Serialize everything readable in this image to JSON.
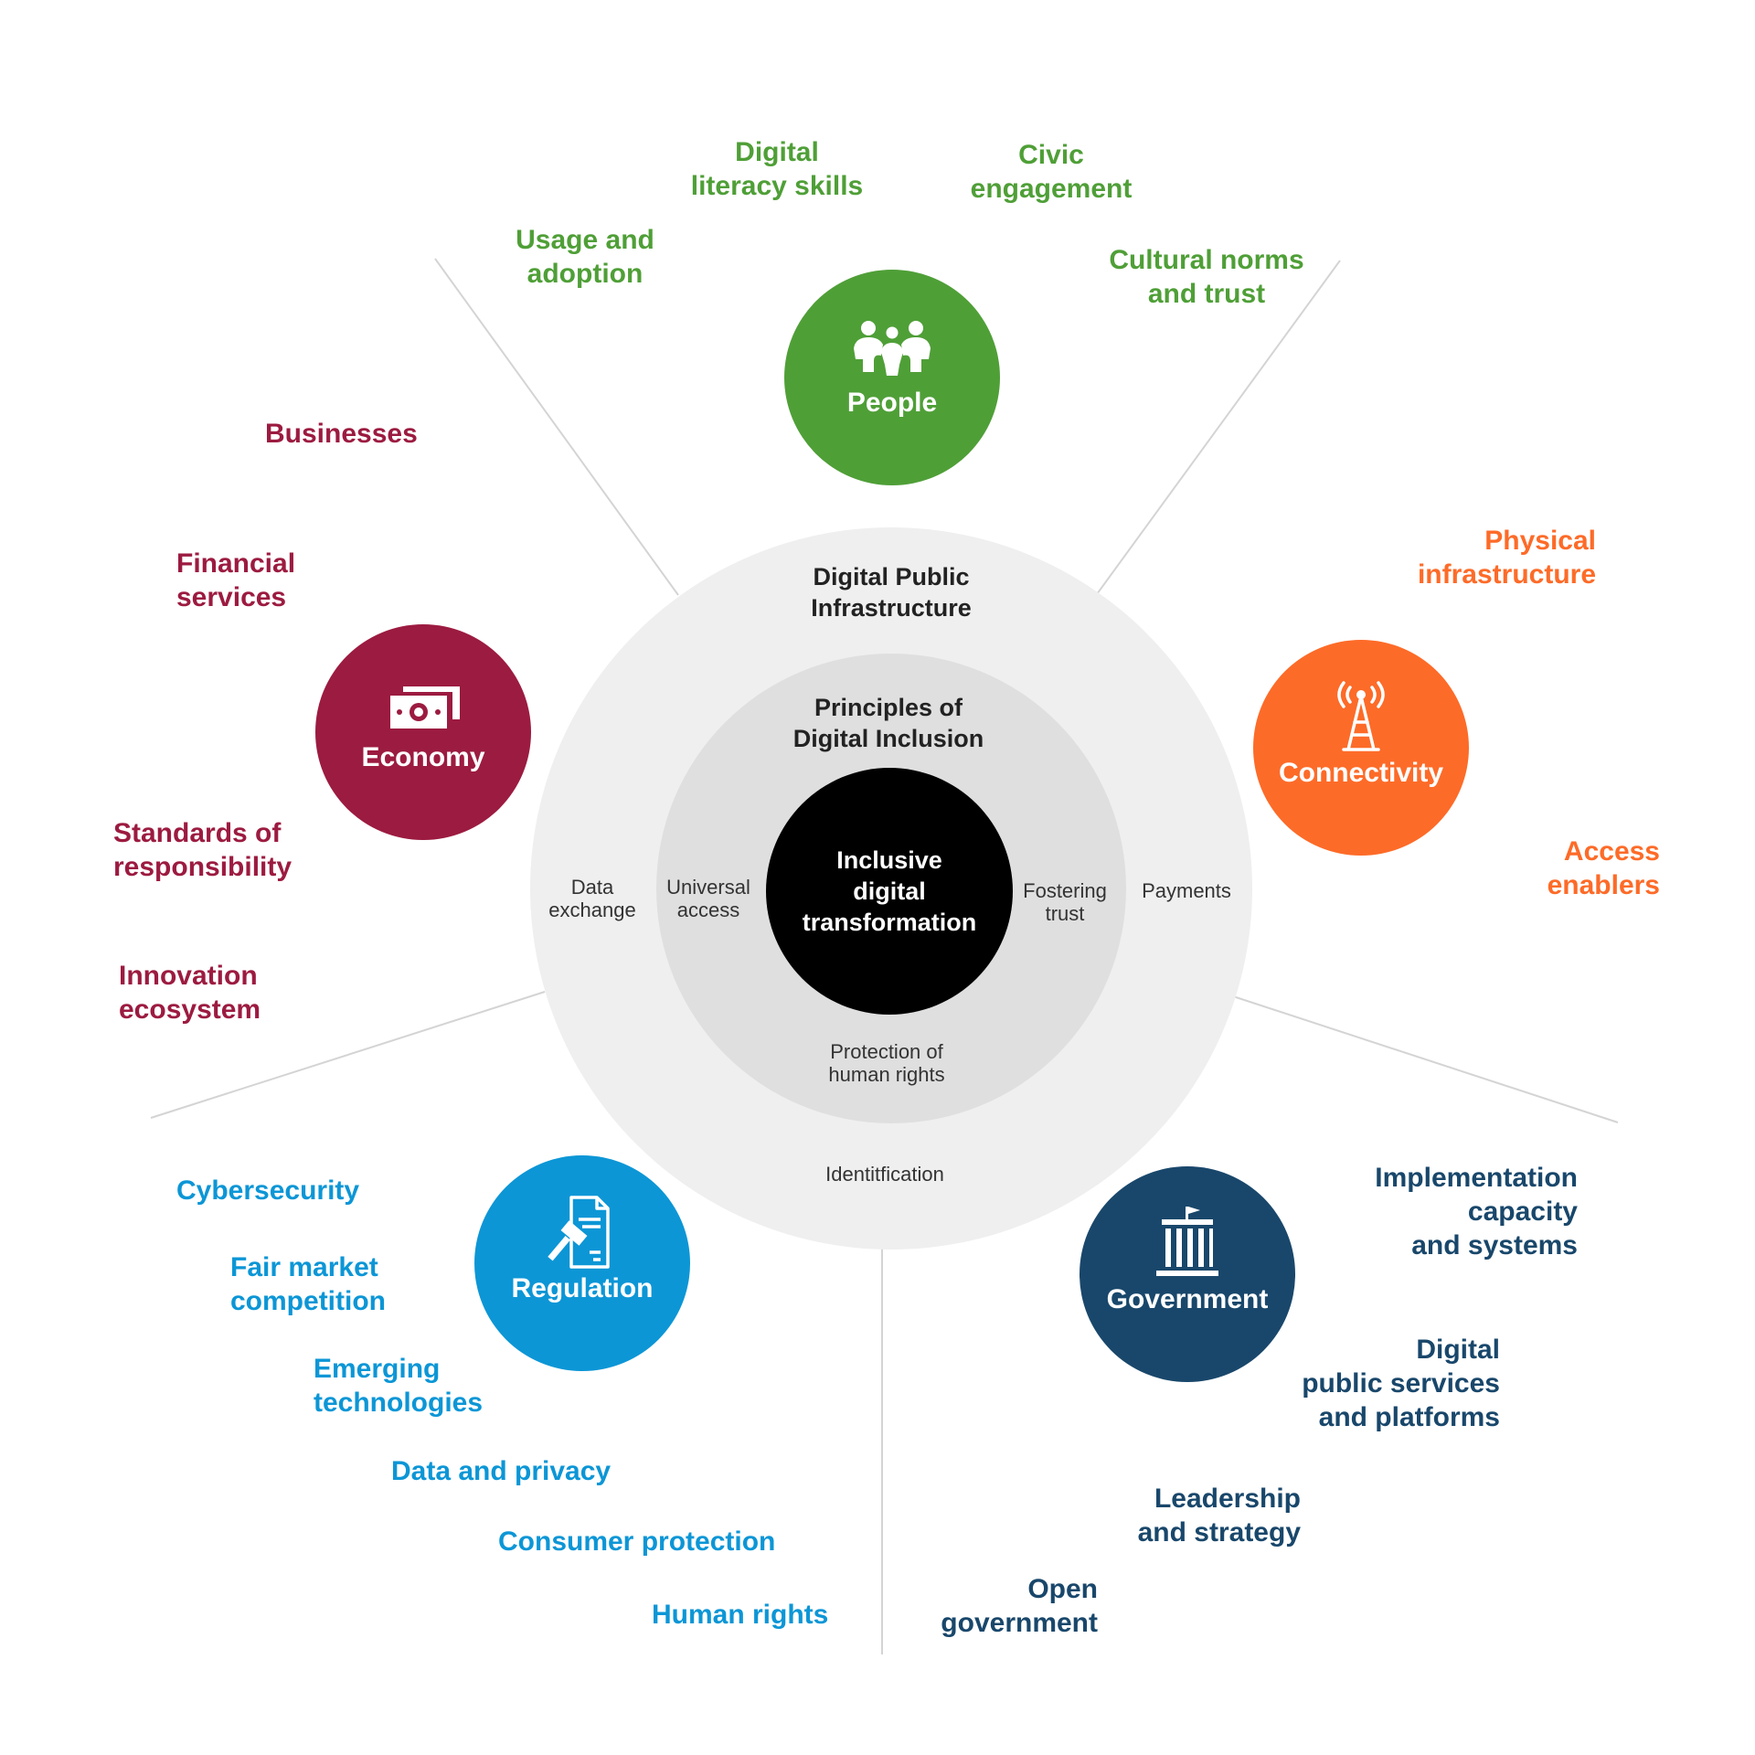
{
  "center": {
    "label": "Inclusive\ndigital\ntransformation"
  },
  "rings": {
    "outer_title": "Digital Public\nInfrastructure",
    "inner_title": "Principles of\nDigital Inclusion",
    "outer_labels": {
      "left": "Data\nexchange",
      "right": "Payments",
      "bottom": "Identitfication"
    },
    "inner_labels": {
      "left": "Universal\naccess",
      "right": "Fostering\ntrust",
      "bottom": "Protection of\nhuman rights"
    }
  },
  "colors": {
    "people": "#4f9f37",
    "economy": "#9c1b40",
    "connectivity": "#fd6b28",
    "regulation": "#0c96d6",
    "government": "#19476b"
  },
  "pillars": {
    "people": {
      "label": "People",
      "icon": "people-icon"
    },
    "economy": {
      "label": "Economy",
      "icon": "money-icon"
    },
    "connectivity": {
      "label": "Connectivity",
      "icon": "antenna-tower-icon"
    },
    "regulation": {
      "label": "Regulation",
      "icon": "gavel-document-icon"
    },
    "government": {
      "label": "Government",
      "icon": "government-building-icon"
    }
  },
  "items": {
    "people": [
      "Digital\nliteracy skills",
      "Civic\nengagement",
      "Usage and\nadoption",
      "Cultural norms\nand trust"
    ],
    "economy": [
      "Businesses",
      "Financial\nservices",
      "Standards of\nresponsibility",
      "Innovation\necosystem"
    ],
    "connectivity": [
      "Physical\ninfrastructure",
      "Access\nenablers"
    ],
    "regulation": [
      "Cybersecurity",
      "Fair market\ncompetition",
      "Emerging\ntechnologies",
      "Data and privacy",
      "Consumer protection",
      "Human rights"
    ],
    "government": [
      "Implementation\ncapacity\nand systems",
      "Digital\npublic services\nand platforms",
      "Leadership\nand strategy",
      "Open\ngovernment"
    ]
  }
}
